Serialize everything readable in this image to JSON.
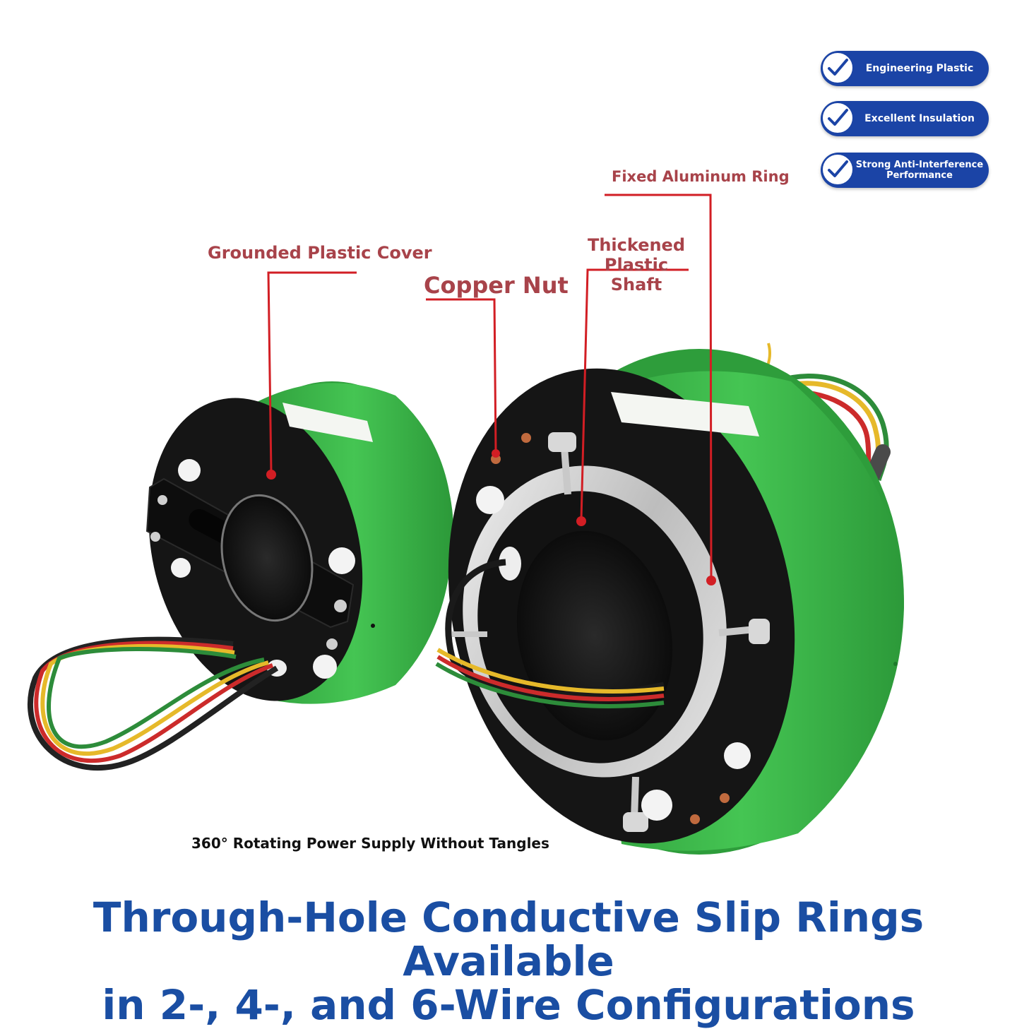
{
  "features": [
    {
      "label": "Engineering Plastic",
      "icon": "check-icon"
    },
    {
      "label": "Excellent Insulation",
      "icon": "check-icon"
    },
    {
      "label": "Strong Anti-Interference Performance",
      "icon": "check-icon"
    }
  ],
  "callouts": {
    "fixed_aluminum_ring": "Fixed Aluminum Ring",
    "grounded_plastic_cover": "Grounded Plastic Cover",
    "thickened_plastic_shaft": "Thickened Plastic Shaft",
    "copper_nut": "Copper Nut"
  },
  "caption": "360° Rotating Power Supply Without Tangles",
  "headline": {
    "line1": "Through-Hole Conductive Slip Rings Available",
    "line2": "in 2-, 4-, and 6-Wire Configurations"
  },
  "colors": {
    "housing_green": "#3dba4c",
    "faceplate": "#161616",
    "callout_text": "#a8434a",
    "leader_line": "#d21e24",
    "badge_blue": "#1b44a6",
    "headline_blue": "#1a4ea3"
  }
}
